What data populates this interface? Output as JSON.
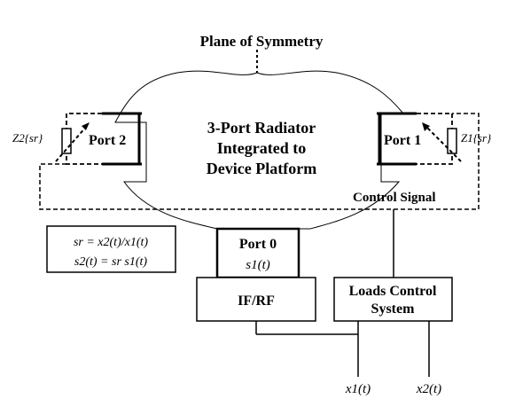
{
  "labels": {
    "plane_of_symmetry": "Plane of Symmetry",
    "radiator_line1": "3-Port Radiator",
    "radiator_line2": "Integrated to",
    "radiator_line3": "Device Platform",
    "port0": "Port 0",
    "port1": "Port 1",
    "port2": "Port 2",
    "control_signal": "Control Signal",
    "ifrf": "IF/RF",
    "loads_control_line1": "Loads Control",
    "loads_control_line2": "System",
    "s1t": "s1(t)",
    "z1": "Z1{sr}",
    "z2": "Z2{sr}",
    "eq1": "sr = x2(t)/x1(t)",
    "eq2": "s2(t) = sr s1(t)",
    "x1t": "x1(t)",
    "x2t": "x2(t)"
  }
}
